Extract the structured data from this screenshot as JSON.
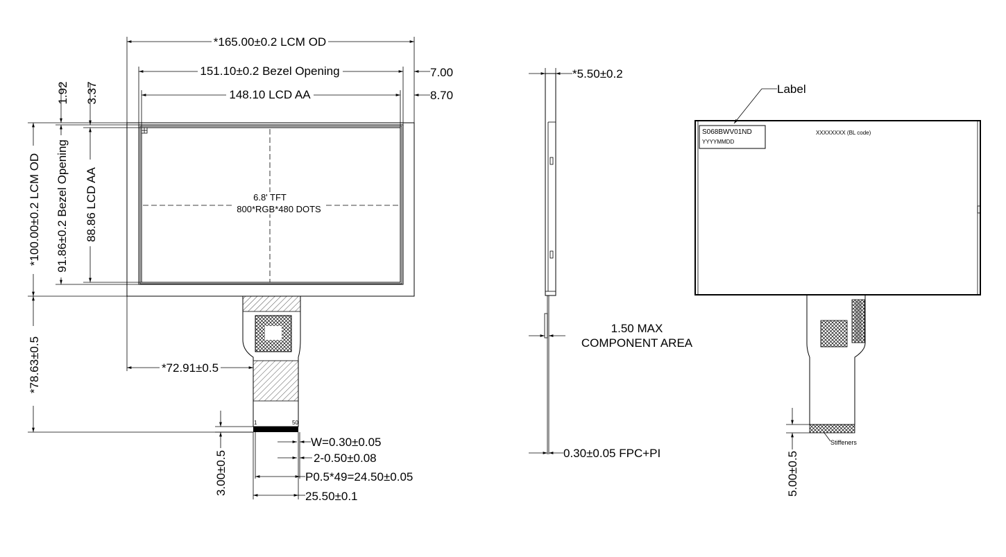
{
  "front_view": {
    "dim_lcm_od_width": "*165.00±0.2 LCM OD",
    "dim_bezel_opening_width": "151.10±0.2 Bezel Opening",
    "dim_lcd_aa_width": "148.10 LCD AA",
    "dim_right_7": "7.00",
    "dim_right_870": "8.70",
    "dim_top_192": "1.92",
    "dim_top_337": "3.37",
    "dim_lcm_od_height": "*100.00±0.2 LCM OD",
    "dim_bezel_opening_height": "91.86±0.2 Bezel Opening",
    "dim_lcd_aa_height": "88.86 LCD AA",
    "panel_label_line1": "6.8' TFT",
    "panel_label_line2": "800*RGB*480 DOTS",
    "dim_fpc_offset": "*72.91±0.5",
    "dim_total_height": "*78.63±0.5",
    "pin_first": "1",
    "pin_last": "50",
    "dim_pin_width": "W=0.30±0.05",
    "dim_pin_hole": "2-0.50±0.08",
    "dim_pitch": "P0.5*49=24.50±0.05",
    "dim_fpc_width": "25.50±0.1",
    "dim_stiffener_len": "3.00±0.5"
  },
  "side_view": {
    "dim_thickness": "*5.50±0.2",
    "dim_component_line1": "1.50 MAX",
    "dim_component_line2": "COMPONENT AREA",
    "dim_fpc_thickness": "0.30±0.05 FPC+PI"
  },
  "back_view": {
    "label_callout": "Label",
    "label_model": "S068BWV01ND",
    "label_date": "YYYYMMDD",
    "label_bl_code": "XXXXXXXX (BL code)",
    "stiffeners_label": "Stiffeners",
    "dim_stiffener_len": "5.00±0.5"
  }
}
